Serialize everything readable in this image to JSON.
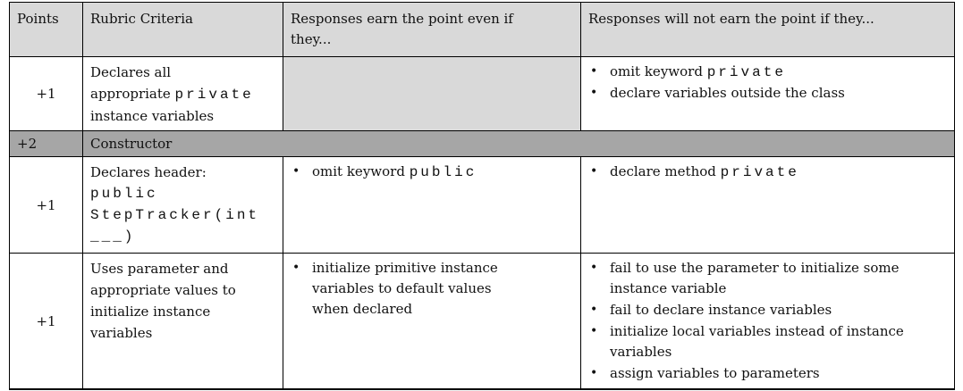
{
  "colors": {
    "header_bg": "#d9d9d9",
    "section_band_bg": "#a6a6a6",
    "border": "#000000",
    "text": "#111111"
  },
  "table": {
    "headers": {
      "points": "Points",
      "criteria": "Rubric Criteria",
      "earn": "Responses earn the point even if they...",
      "not_earn": "Responses will not earn the point if they..."
    },
    "rows": {
      "private_vars": {
        "points": "+1",
        "criteria_lines": [
          {
            "text": "Declares all",
            "code": ""
          },
          {
            "text": "appropriate ",
            "code": "private"
          },
          {
            "text": "instance variables",
            "code": ""
          }
        ],
        "not_earn": [
          {
            "pre": "omit keyword ",
            "code": "private",
            "post": ""
          },
          {
            "pre": "declare variables outside the class",
            "code": "",
            "post": ""
          }
        ]
      },
      "constructor_section": {
        "points": "+2",
        "label": "Constructor"
      },
      "declares_header": {
        "points": "+1",
        "criteria_lines": [
          {
            "text": "Declares header:",
            "code": ""
          },
          {
            "text": "",
            "code": "public"
          },
          {
            "text": "",
            "code": "StepTracker(int"
          },
          {
            "text": "",
            "code": "___)"
          }
        ],
        "earn": [
          {
            "pre": "omit keyword ",
            "code": "public",
            "post": ""
          }
        ],
        "not_earn": [
          {
            "pre": "declare method ",
            "code": "private",
            "post": ""
          }
        ]
      },
      "initialize_vars": {
        "points": "+1",
        "criteria": "Uses parameter and appropriate values to initialize instance variables",
        "earn": [
          {
            "pre": "initialize primitive instance variables to default values when declared",
            "code": "",
            "post": ""
          }
        ],
        "not_earn": [
          {
            "pre": "fail to use the parameter to initialize some instance variable",
            "code": "",
            "post": ""
          },
          {
            "pre": "fail to declare instance variables",
            "code": "",
            "post": ""
          },
          {
            "pre": "initialize local variables instead of instance variables",
            "code": "",
            "post": ""
          },
          {
            "pre": "assign variables to parameters",
            "code": "",
            "post": ""
          }
        ]
      }
    },
    "bullet_glyph": "•"
  }
}
